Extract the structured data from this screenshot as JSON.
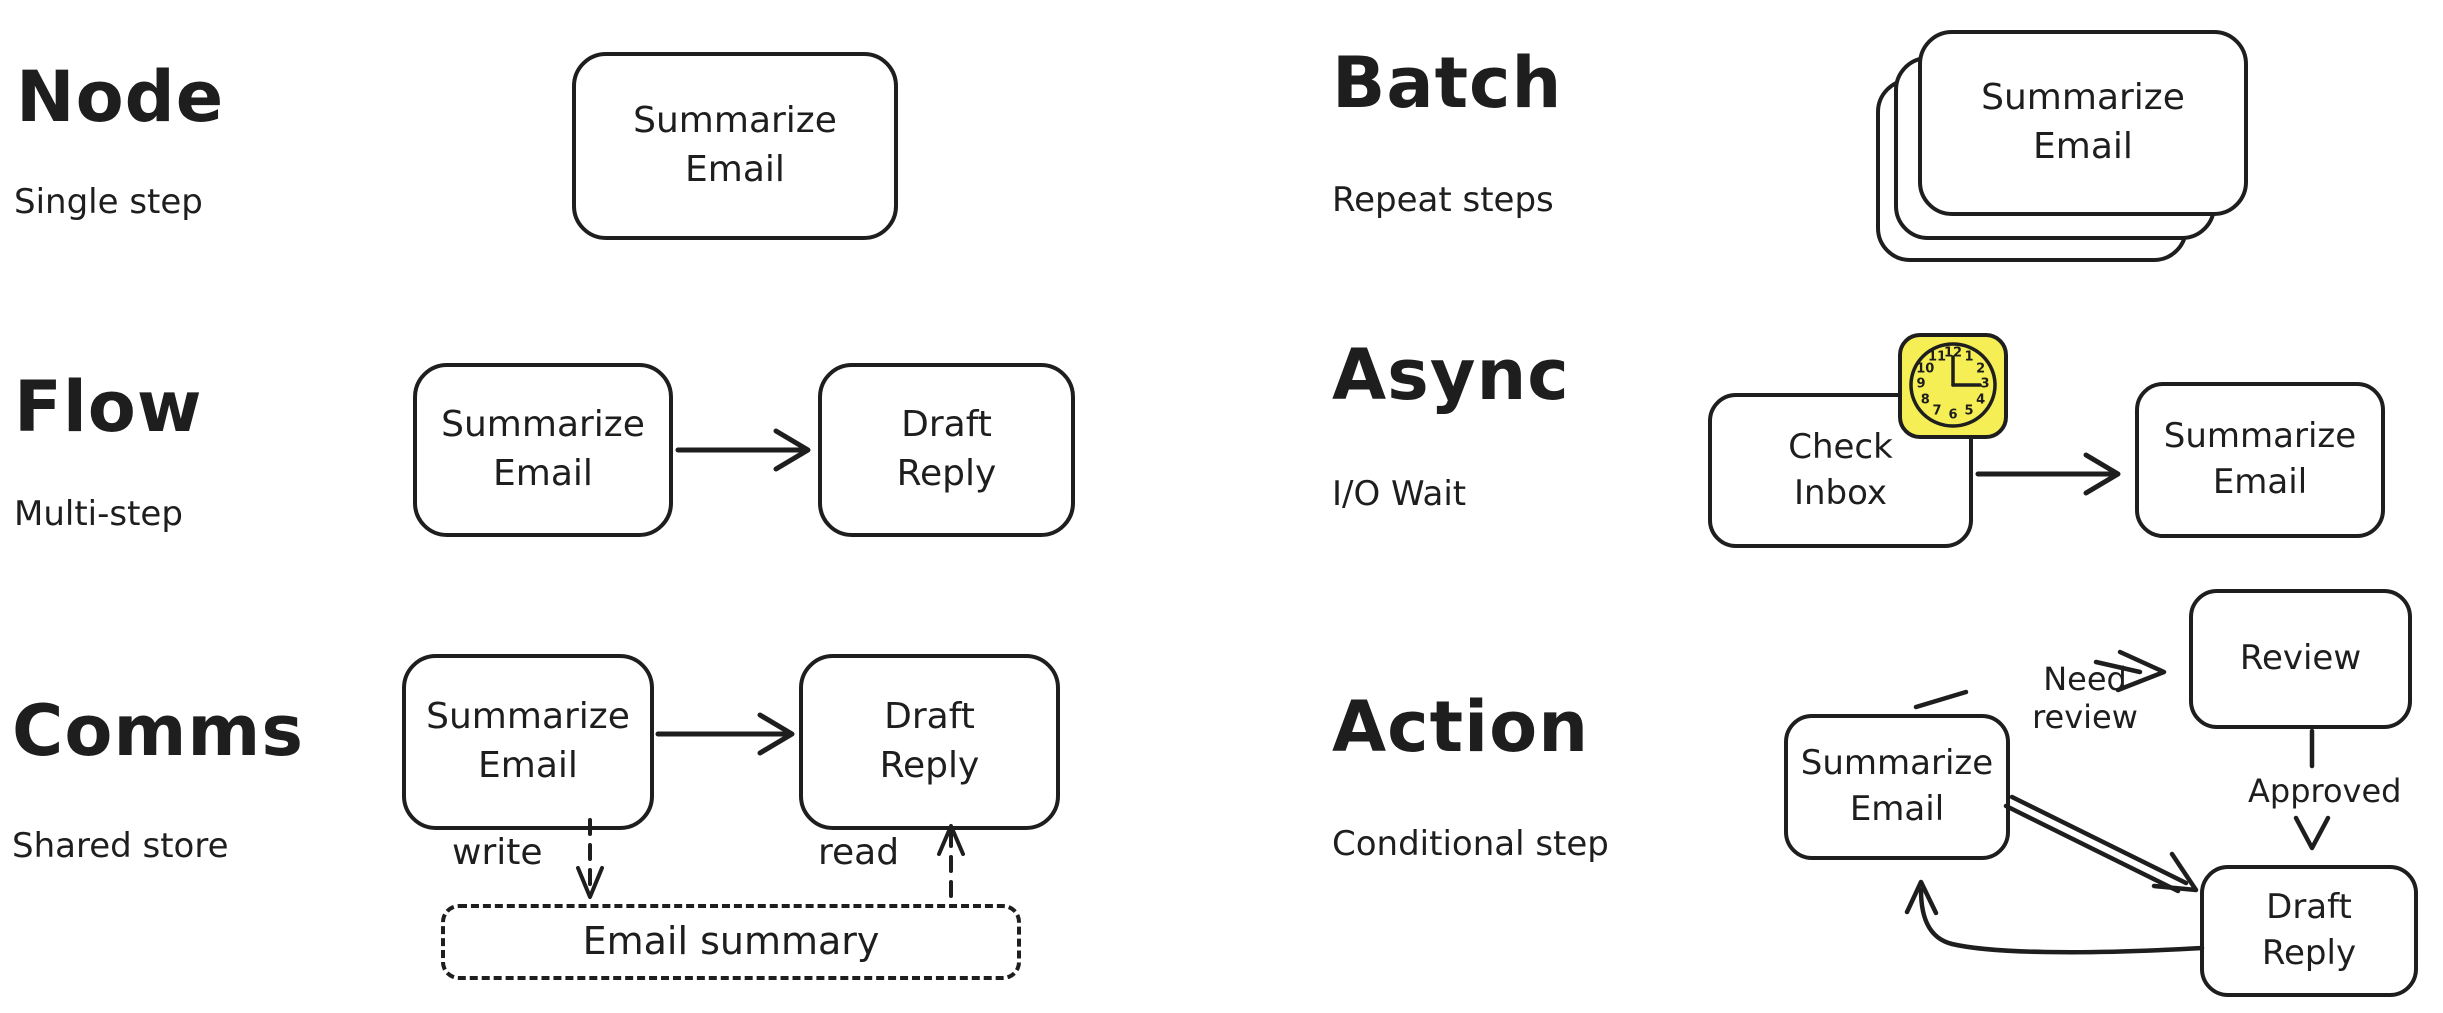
{
  "canvas": {
    "background_color": "#ffffff",
    "stroke_color": "#1e1e1e",
    "clock_fill_color": "#f5ef55"
  },
  "node": {
    "title": "Node",
    "subtitle": "Single step",
    "box": [
      "Summarize",
      "Email"
    ]
  },
  "flow": {
    "title": "Flow",
    "subtitle": "Multi-step",
    "box1": [
      "Summarize",
      "Email"
    ],
    "box2": [
      "Draft",
      "Reply"
    ]
  },
  "comms": {
    "title": "Comms",
    "subtitle": "Shared store",
    "box1": [
      "Summarize",
      "Email"
    ],
    "box2": [
      "Draft",
      "Reply"
    ],
    "write_label": "write",
    "read_label": "read",
    "store_label": "Email summary"
  },
  "batch": {
    "title": "Batch",
    "subtitle": "Repeat steps",
    "box": [
      "Summarize",
      "Email"
    ]
  },
  "async": {
    "title": "Async",
    "subtitle": "I/O Wait",
    "box1": [
      "Check",
      "Inbox"
    ],
    "box2": [
      "Summarize",
      "Email"
    ],
    "clock_time": "3:00",
    "clock_numbers": [
      "12",
      "1",
      "2",
      "3",
      "4",
      "5",
      "6",
      "7",
      "8",
      "9",
      "10",
      "11"
    ]
  },
  "action": {
    "title": "Action",
    "subtitle": "Conditional step",
    "box1": [
      "Summarize",
      "Email"
    ],
    "box2": "Review",
    "box3": [
      "Draft",
      "Reply"
    ],
    "need_review_line1": "Need",
    "need_review_line2": "review",
    "approved_label": "Approved"
  }
}
